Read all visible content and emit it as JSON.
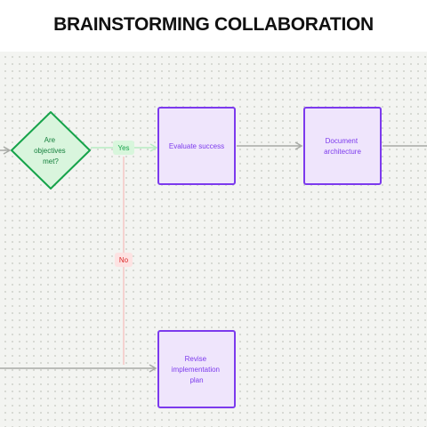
{
  "page": {
    "title": "BRAINSTORMING COLLABORATION"
  },
  "nodes": {
    "decision": {
      "lines": [
        "Are",
        "objectives",
        "met?"
      ]
    },
    "evaluate": {
      "lines": [
        "Evaluate success"
      ]
    },
    "document": {
      "lines": [
        "Document",
        "architecture"
      ]
    },
    "revise": {
      "lines": [
        "Revise",
        "implementation",
        "plan"
      ]
    }
  },
  "edges": {
    "yes_label": "Yes",
    "no_label": "No"
  },
  "colors": {
    "canvas_bg": "#f3f4f1",
    "decision_fill": "#d9f5dd",
    "decision_stroke": "#16a34a",
    "decision_text": "#15803d",
    "process_fill": "#efe5fc",
    "process_stroke": "#7c3aed",
    "process_text": "#7c3aed",
    "yes_badge": "#d8f6dc",
    "yes_text": "#16a34a",
    "no_badge": "#fde2e2",
    "no_text": "#dc2626",
    "connector_gray": "#a8aaa6",
    "connector_pink": "#f6c6c6",
    "connector_green": "#b8ecc2"
  }
}
